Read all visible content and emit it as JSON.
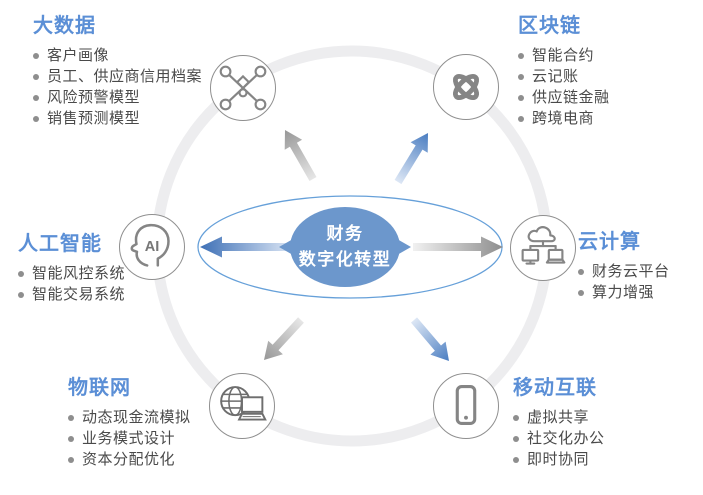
{
  "center": {
    "line1": "财务",
    "line2": "数字化转型"
  },
  "nodes": [
    {
      "id": "big-data",
      "title": "大数据",
      "icon": "network-nodes-icon",
      "items": [
        "客户画像",
        "员工、供应商信用档案",
        "风险预警模型",
        "销售预测模型"
      ]
    },
    {
      "id": "blockchain",
      "title": "区块链",
      "icon": "chain-knot-icon",
      "items": [
        "智能合约",
        "云记账",
        "供应链金融",
        "跨境电商"
      ]
    },
    {
      "id": "ai",
      "title": "人工智能",
      "icon": "ai-head-icon",
      "items": [
        "智能风控系统",
        "智能交易系统"
      ]
    },
    {
      "id": "cloud",
      "title": "云计算",
      "icon": "cloud-network-icon",
      "items": [
        "财务云平台",
        "算力增强"
      ]
    },
    {
      "id": "iot",
      "title": "物联网",
      "icon": "globe-computer-icon",
      "items": [
        "动态现金流模拟",
        "业务模式设计",
        "资本分配优化"
      ]
    },
    {
      "id": "mobile",
      "title": "移动互联",
      "icon": "smartphone-icon",
      "items": [
        "虚拟共享",
        "社交化办公",
        "即时协同"
      ]
    }
  ],
  "colors": {
    "title_blue": "#5b8fd6",
    "center_blue": "#6c97cc",
    "ellipse_stroke": "#66a0d9",
    "ring_gray": "#ededef",
    "icon_gray": "#858585",
    "icon_border": "#8f8f8f",
    "item_text": "#4a4a4a",
    "bullet_gray": "#8e8e8e",
    "arrow_blue_dark": "#4a7dc1",
    "arrow_gray_dark": "#979797"
  }
}
